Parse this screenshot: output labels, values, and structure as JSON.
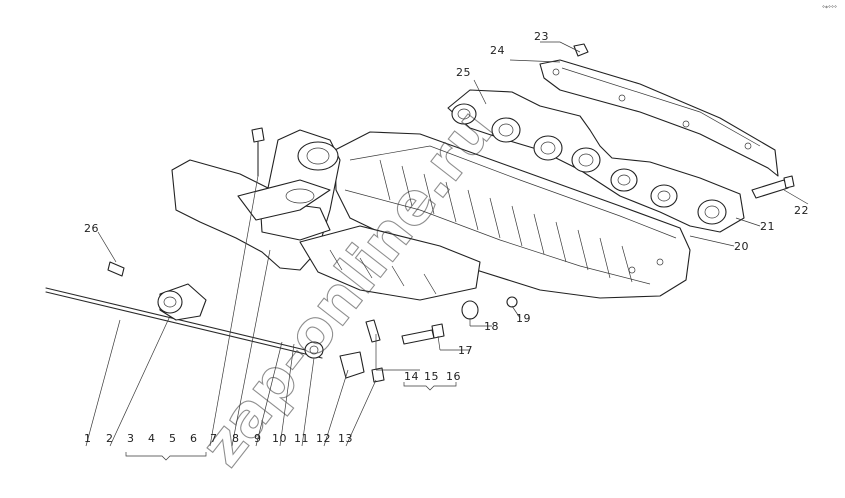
{
  "diagram": {
    "top_right_mark": "°*°°°",
    "watermark": "zap-online.ru",
    "callouts": {
      "c1": "1",
      "c2": "2",
      "c3": "3",
      "c4": "4",
      "c5": "5",
      "c6": "6",
      "c7": "7",
      "c8": "8",
      "c9": "9",
      "c10": "10",
      "c11": "11",
      "c12": "12",
      "c13": "13",
      "c14": "14",
      "c15": "15",
      "c16": "16",
      "c17": "17",
      "c18": "18",
      "c19": "19",
      "c20": "20",
      "c21": "21",
      "c22": "22",
      "c23": "23",
      "c24": "24",
      "c25": "25",
      "c26": "26"
    }
  }
}
